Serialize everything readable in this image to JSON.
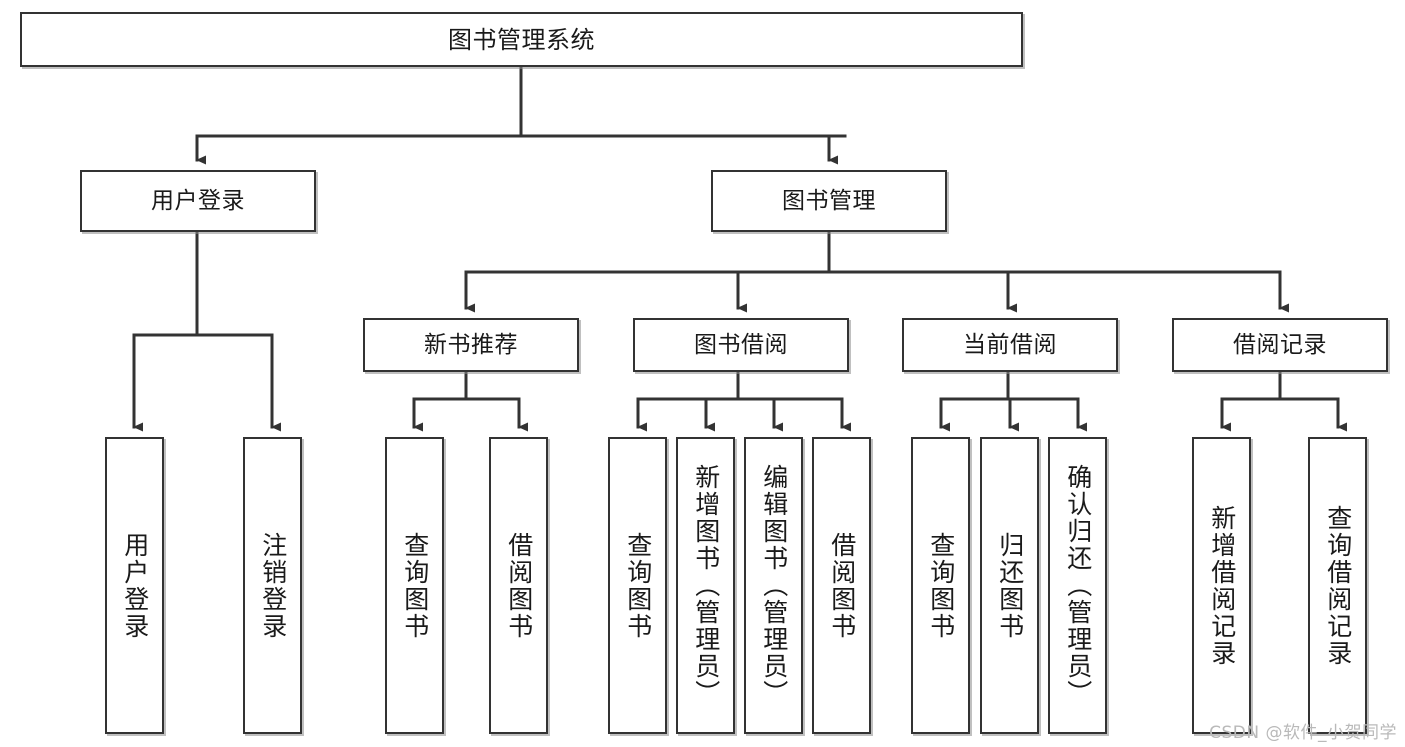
{
  "diagram": {
    "title": "图书管理系统",
    "watermark": "CSDN @软件_小贺同学",
    "accent_color": "#333333",
    "background_color": "#ffffff",
    "nodes": {
      "root": {
        "label": "图书管理系统"
      },
      "level2": [
        {
          "label": "用户登录"
        },
        {
          "label": "图书管理"
        }
      ],
      "level3": [
        {
          "label": "新书推荐"
        },
        {
          "label": "图书借阅"
        },
        {
          "label": "当前借阅"
        },
        {
          "label": "借阅记录"
        }
      ],
      "leaves": {
        "user_login": [
          {
            "label": "用户登录"
          },
          {
            "label": "注销登录"
          }
        ],
        "new_book": [
          {
            "label": "查询图书"
          },
          {
            "label": "借阅图书"
          }
        ],
        "book_borrow": [
          {
            "label": "查询图书"
          },
          {
            "label": "新增图书（管理员）"
          },
          {
            "label": "编辑图书（管理员）"
          },
          {
            "label": "借阅图书"
          }
        ],
        "current_borrow": [
          {
            "label": "查询图书"
          },
          {
            "label": "归还图书"
          },
          {
            "label": "确认归还（管理员）"
          }
        ],
        "borrow_record": [
          {
            "label": "新增借阅记录"
          },
          {
            "label": "查询借阅记录"
          }
        ]
      }
    }
  }
}
